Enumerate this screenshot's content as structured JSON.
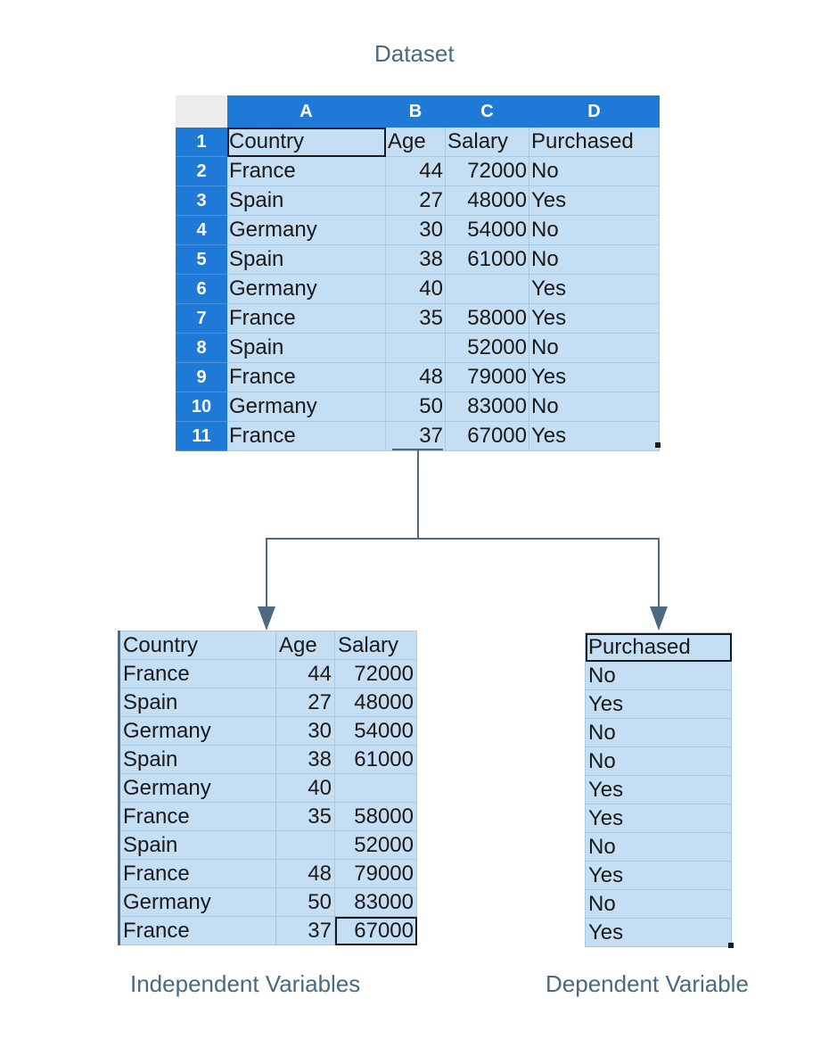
{
  "captions": {
    "dataset": "Dataset",
    "independent": "Independent Variables",
    "dependent": "Dependent Variable"
  },
  "colors": {
    "header_blue": "#1e7ad6",
    "cell_blue": "#c4def3",
    "caption": "#4a6a80",
    "connector": "#4c6b82"
  },
  "dataset": {
    "column_letters": [
      "A",
      "B",
      "C",
      "D"
    ],
    "row_numbers": [
      "1",
      "2",
      "3",
      "4",
      "5",
      "6",
      "7",
      "8",
      "9",
      "10",
      "11"
    ],
    "rows": [
      [
        "Country",
        "Age",
        "Salary",
        "Purchased"
      ],
      [
        "France",
        "44",
        "72000",
        "No"
      ],
      [
        "Spain",
        "27",
        "48000",
        "Yes"
      ],
      [
        "Germany",
        "30",
        "54000",
        "No"
      ],
      [
        "Spain",
        "38",
        "61000",
        "No"
      ],
      [
        "Germany",
        "40",
        "",
        "Yes"
      ],
      [
        "France",
        "35",
        "58000",
        "Yes"
      ],
      [
        "Spain",
        "",
        "52000",
        "No"
      ],
      [
        "France",
        "48",
        "79000",
        "Yes"
      ],
      [
        "Germany",
        "50",
        "83000",
        "No"
      ],
      [
        "France",
        "37",
        "67000",
        "Yes"
      ]
    ]
  },
  "independent": {
    "rows": [
      [
        "Country",
        "Age",
        "Salary"
      ],
      [
        "France",
        "44",
        "72000"
      ],
      [
        "Spain",
        "27",
        "48000"
      ],
      [
        "Germany",
        "30",
        "54000"
      ],
      [
        "Spain",
        "38",
        "61000"
      ],
      [
        "Germany",
        "40",
        ""
      ],
      [
        "France",
        "35",
        "58000"
      ],
      [
        "Spain",
        "",
        "52000"
      ],
      [
        "France",
        "48",
        "79000"
      ],
      [
        "Germany",
        "50",
        "83000"
      ],
      [
        "France",
        "37",
        "67000"
      ]
    ]
  },
  "dependent": {
    "rows": [
      "Purchased",
      "No",
      "Yes",
      "No",
      "No",
      "Yes",
      "Yes",
      "No",
      "Yes",
      "No",
      "Yes"
    ]
  }
}
